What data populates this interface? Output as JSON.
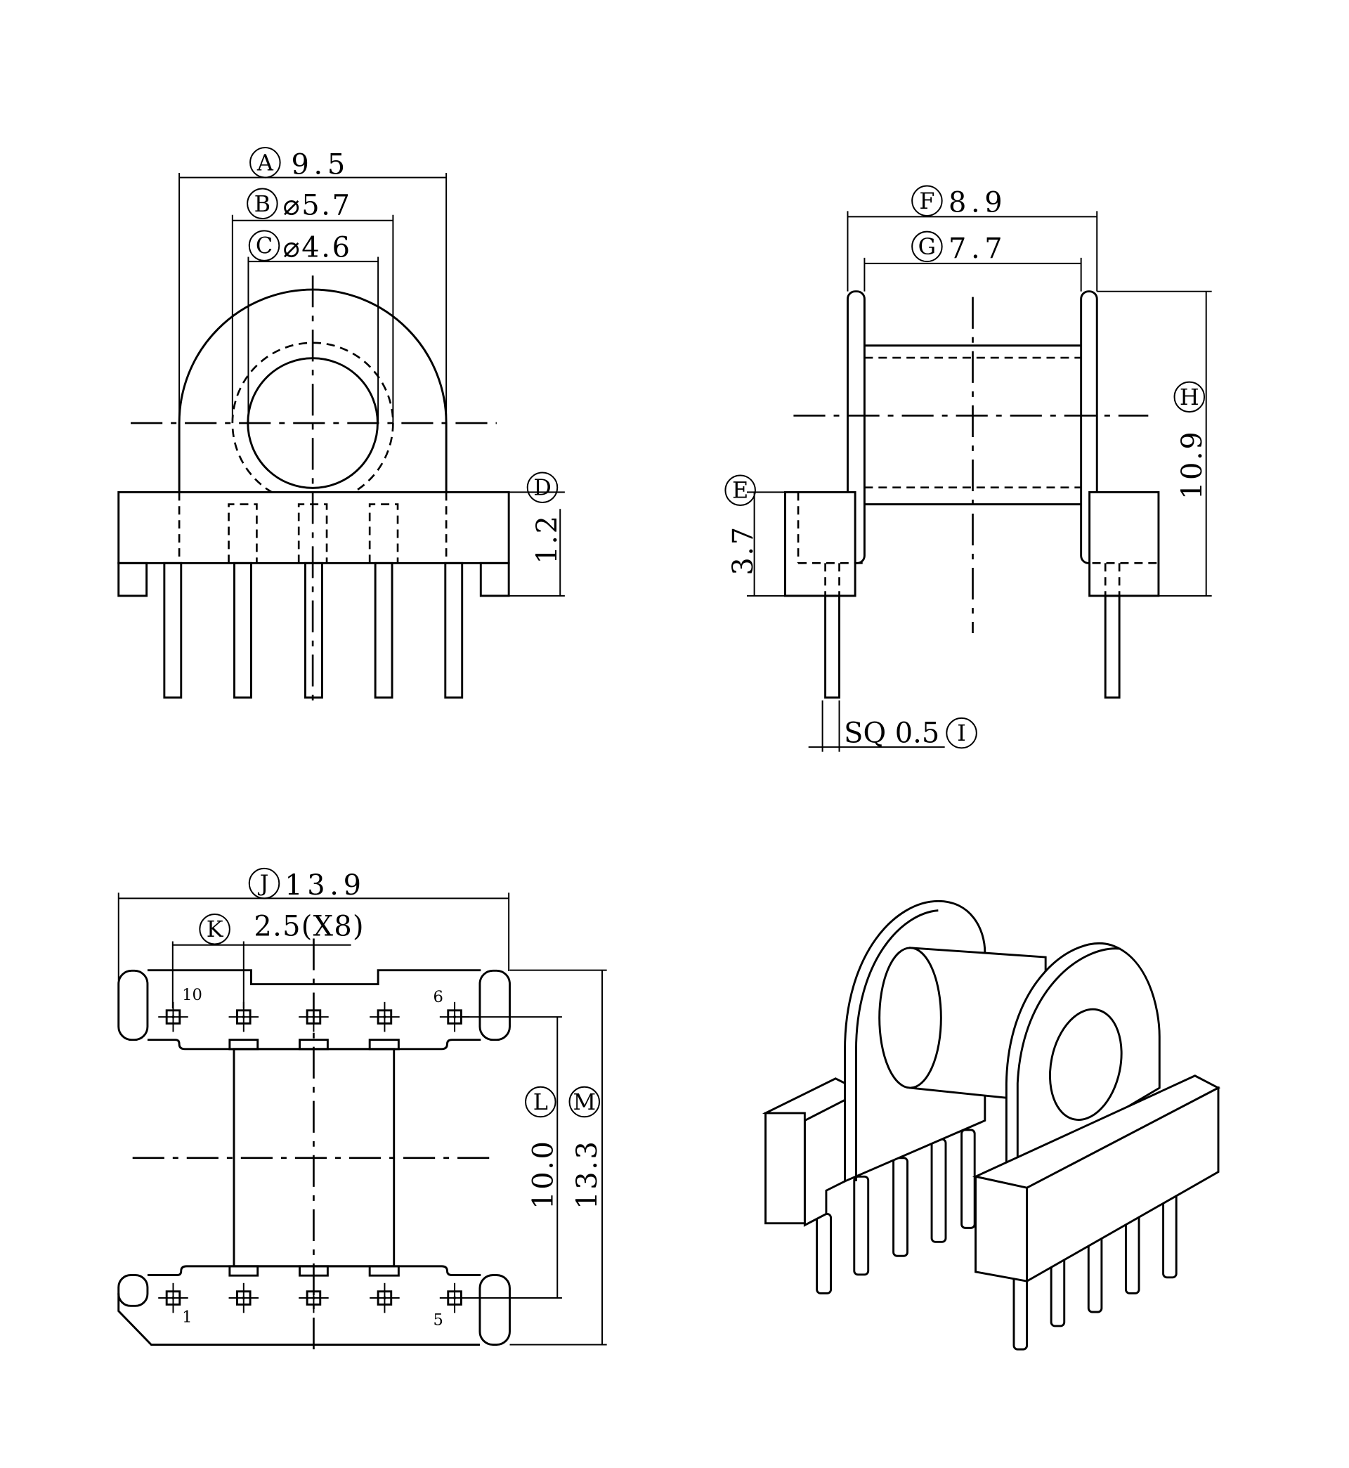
{
  "labels": {
    "A": "A",
    "B": "B",
    "C": "C",
    "D": "D",
    "E": "E",
    "F": "F",
    "G": "G",
    "H": "H",
    "I": "I",
    "J": "J",
    "K": "K",
    "L": "L",
    "M": "M"
  },
  "dims": {
    "A": "9.5",
    "B": "⌀5.7",
    "C": "⌀4.6",
    "D": "1.2",
    "E": "3.7",
    "F": "8.9",
    "G": "7.7",
    "H": "10.9",
    "I": "SQ 0.5",
    "J": "13.9",
    "K": "2.5(X8)",
    "L": "10.0",
    "M": "13.3"
  },
  "pins": {
    "p10": "10",
    "p6": "6",
    "p1": "1",
    "p5": "5"
  }
}
